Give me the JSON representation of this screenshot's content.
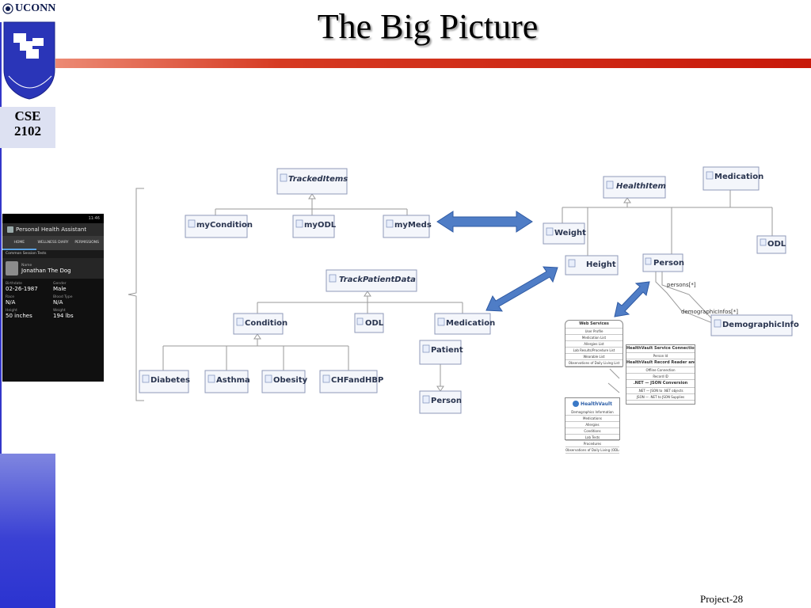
{
  "slide": {
    "title": "The Big Picture",
    "page_label": "Project-28",
    "brand": "UCONN",
    "course": {
      "line1": "CSE",
      "line2": "2102"
    },
    "accent_colors": {
      "header_bar": "#c8190a",
      "sidebar": "#3a41d4",
      "arrow": "#4f7dc6"
    }
  },
  "phone": {
    "status_time": "11:46",
    "app_title": "Personal Health Assistant",
    "tabs": [
      "HOME",
      "WELLNESS DIARY",
      "PERMISSIONS"
    ],
    "subtitle": "Common Session Tests",
    "name_label": "Name",
    "patient_name": "Jonathan The Dog",
    "fields": [
      {
        "label": "Birthdate",
        "value": "02-26-1987"
      },
      {
        "label": "Gender",
        "value": "Male"
      },
      {
        "label": "Race",
        "value": "N/A"
      },
      {
        "label": "Blood Type",
        "value": "N/A"
      },
      {
        "label": "Height",
        "value": "50 inches"
      },
      {
        "label": "Weight",
        "value": "194 lbs"
      }
    ]
  },
  "uml": {
    "tracked_items": "TrackedItems",
    "my_condition": "myCondition",
    "my_odl": "myODL",
    "my_meds": "myMeds",
    "health_item": "HealthItem",
    "medication_top": "Medication",
    "weight": "Weight",
    "odl_right": "ODL",
    "height": "Height",
    "person_right": "Person",
    "track_patient_data": "TrackPatientData",
    "condition": "Condition",
    "odl_mid": "ODL",
    "medication_mid": "Medication",
    "patient": "Patient",
    "person_bottom": "Person",
    "diabetes": "Diabetes",
    "asthma": "Asthma",
    "obesity": "Obesity",
    "chf_hbp": "CHFandHBP",
    "demographic_info": "DemographicInfo",
    "label_persons": "persons[*]",
    "label_demographic": "demographicInfos[*]"
  },
  "architecture": {
    "web_services": {
      "title": "Web Services",
      "rows": [
        "User Profile",
        "Medication List",
        "Allergies List",
        "Lab Results/Procedure List",
        "Wearable List",
        "Observations of Daily Living List"
      ]
    },
    "healthvault_connection": {
      "title": "HealthVault Service Connection",
      "rows": [
        "Person Id",
        "HealthVault Record Reader and Access",
        "Offline Connection",
        "Record ID",
        ".NET — JSON Conversion",
        ".NET — JSON to .NET objects",
        "JSON — .NET to JSON Supplies"
      ]
    },
    "healthvault": {
      "brand": "HealthVault",
      "rows": [
        "Demographics Information",
        "Medications",
        "Allergies",
        "Conditions",
        "Lab Tests",
        "Procedures",
        "Observations of Daily Living (ODLs)"
      ]
    }
  }
}
